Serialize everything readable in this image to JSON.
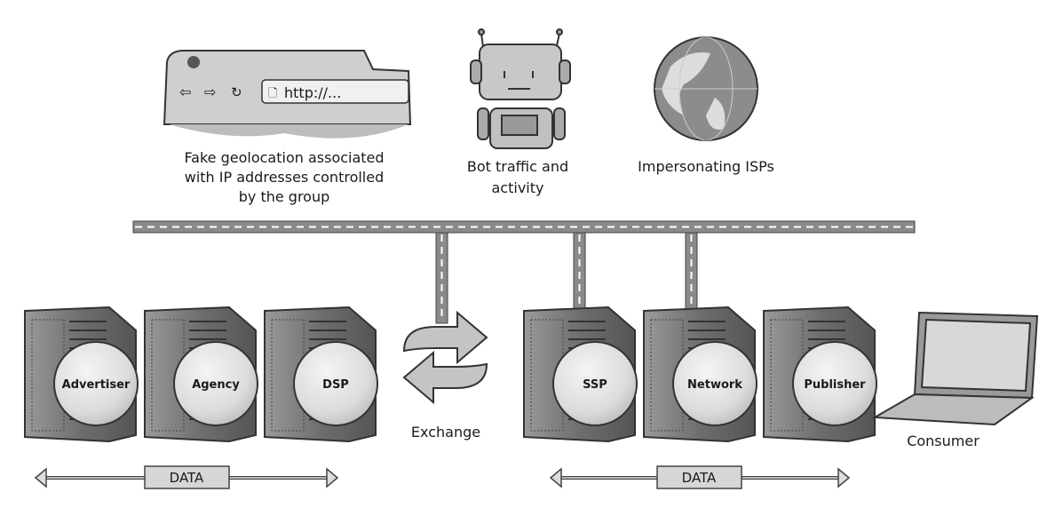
{
  "top": {
    "browser": {
      "url_text": "http://...",
      "caption": [
        "Fake geolocation associated",
        "with IP addresses controlled",
        "by the group"
      ]
    },
    "bot": {
      "caption": [
        "Bot traffic and",
        "activity"
      ]
    },
    "isp": {
      "caption": "Impersonating ISPs"
    }
  },
  "left_nodes": [
    "Advertiser",
    "Agency",
    "DSP"
  ],
  "right_nodes": [
    "SSP",
    "Network",
    "Publisher"
  ],
  "exchange_label": "Exchange",
  "consumer_label": "Consumer",
  "data_left": "DATA",
  "data_right": "DATA",
  "colors": {
    "server": "#7a7a7a",
    "circle": "#e6e6e6",
    "road": "#8a8a8a",
    "ink": "#2a2a2a"
  }
}
